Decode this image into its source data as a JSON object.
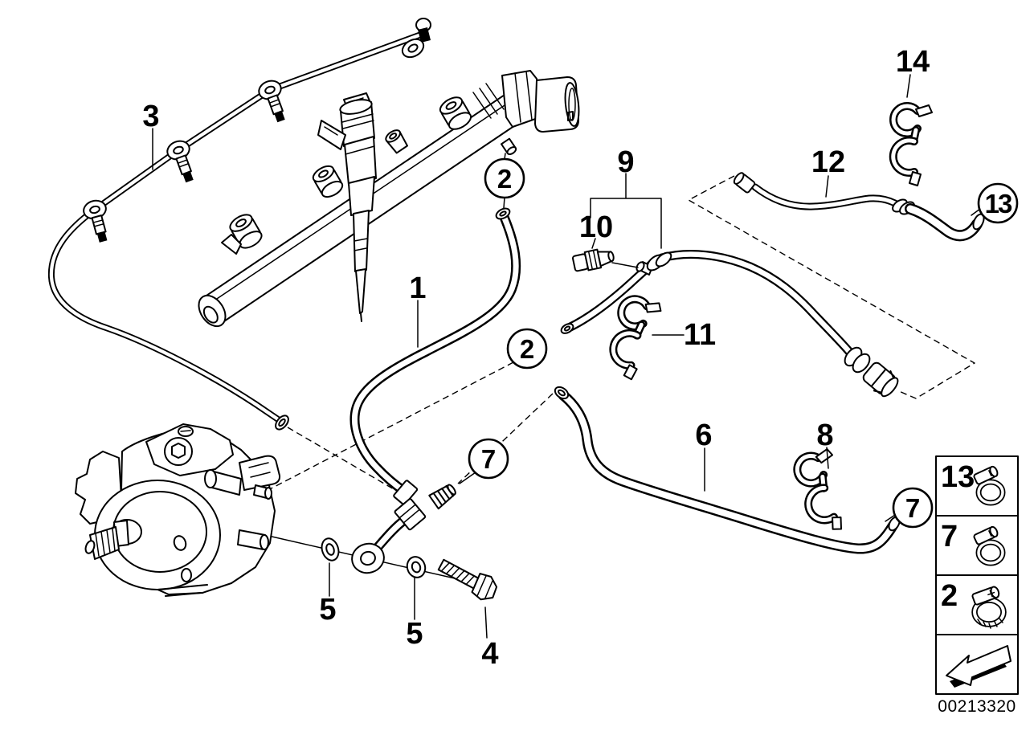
{
  "diagram": {
    "code": "00213320",
    "paper_color": "#ffffff",
    "ink_color": "#000000",
    "description": "Exploded parts diagram of diesel fuel lines: fuel rail with pressure sensor, injector, leak-off line, high-pressure pump, feed and return hoses with clamps"
  },
  "callouts": {
    "c3": "3",
    "c1": "1",
    "c9": "9",
    "c10": "10",
    "c11": "11",
    "c12": "12",
    "c14": "14",
    "c6": "6",
    "c8": "8",
    "c5a": "5",
    "c5b": "5",
    "c4": "4",
    "b2a": "2",
    "b2b": "2",
    "b7a": "7",
    "b7b": "7",
    "b13": "13"
  },
  "legend": {
    "row1": {
      "label": "13",
      "icon": "hose-clamp-icon"
    },
    "row2": {
      "label": "7",
      "icon": "hose-clamp-icon"
    },
    "row3": {
      "label": "2",
      "icon": "worm-drive-clamp-icon"
    },
    "arrow_icon": "direction-arrow-icon"
  }
}
